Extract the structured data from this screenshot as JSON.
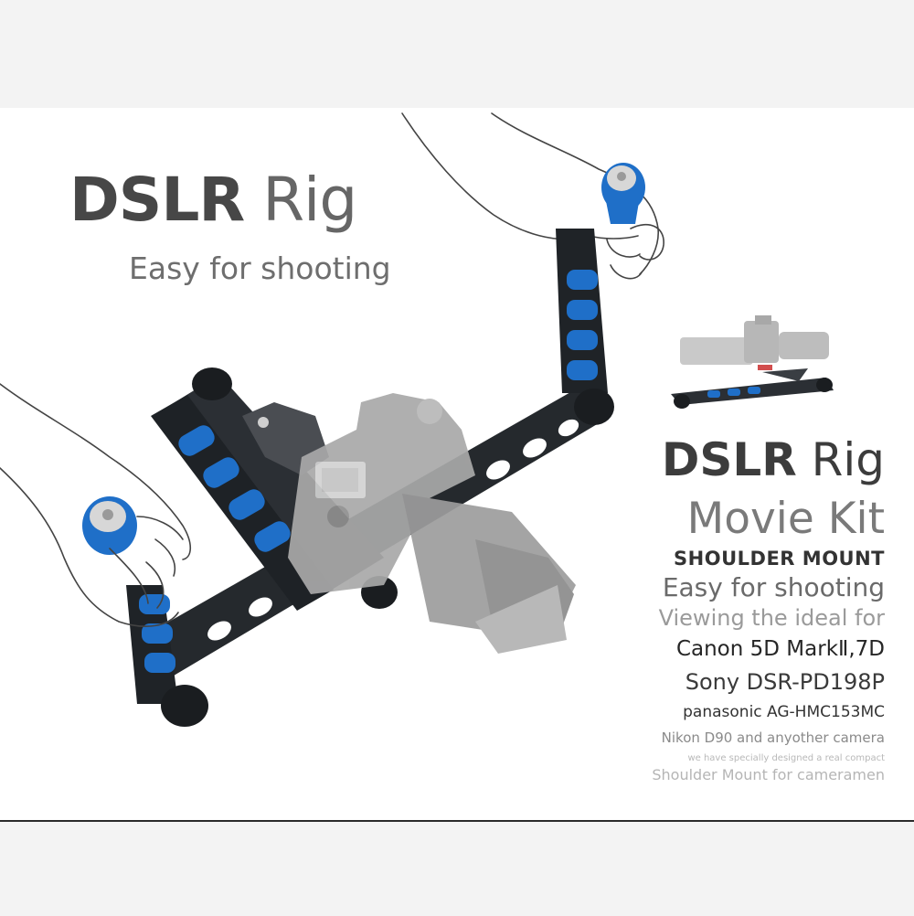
{
  "headline": {
    "bold": "DSLR",
    "light": "Rig"
  },
  "subtitle": "Easy for shooting",
  "spec": {
    "title_bold": "DSLR",
    "title_light": "Rig",
    "subtitle": "Movie Kit",
    "mount": "SHOULDER MOUNT",
    "easy": "Easy for shooting",
    "viewing": "Viewing the ideal for",
    "canon": "Canon 5D MarkⅡ,7D",
    "sony": "Sony DSR-PD198P",
    "panasonic": "panasonic AG-HMC153MC",
    "nikon": "Nikon D90 and anyother camera",
    "note_line1": "we have specially designed a real compact",
    "note_line2": "Shoulder Mount for cameramen"
  },
  "colors": {
    "foam_blue": "#1f6fc8",
    "frame_dark": "#262a2e",
    "camera_gray": "#a9a9a9",
    "background": "#ffffff"
  }
}
